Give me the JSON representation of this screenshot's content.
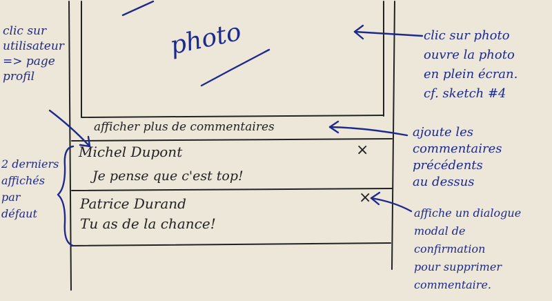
{
  "mockup": {
    "photo_label": "photo",
    "show_more_comments": "afficher plus de commentaires",
    "comments": [
      {
        "author": "Michel Dupont",
        "text": "Je pense que c'est top!",
        "delete_glyph": "×"
      },
      {
        "author": "Patrice Durand",
        "text": "Tu as de la chance!",
        "delete_glyph": "×"
      }
    ]
  },
  "annotations": {
    "user_click": "clic sur\nutilisateur\n=> page\nprofil",
    "photo_click": "clic sur photo\nouvre la photo\nen plein écran.\ncf. sketch #4",
    "show_more": "ajoute les\ncommentaires\nprécédents\nau dessus",
    "last_two": "2 derniers\naffichés\npar\ndéfaut",
    "delete_dialog": "affiche un dialogue\nmodal de\nconfirmation\npour supprimer\ncommentaire."
  },
  "colors": {
    "paper": "#ece7d9",
    "ink": "#222222",
    "annotation_ink": "#1d2a8c"
  }
}
